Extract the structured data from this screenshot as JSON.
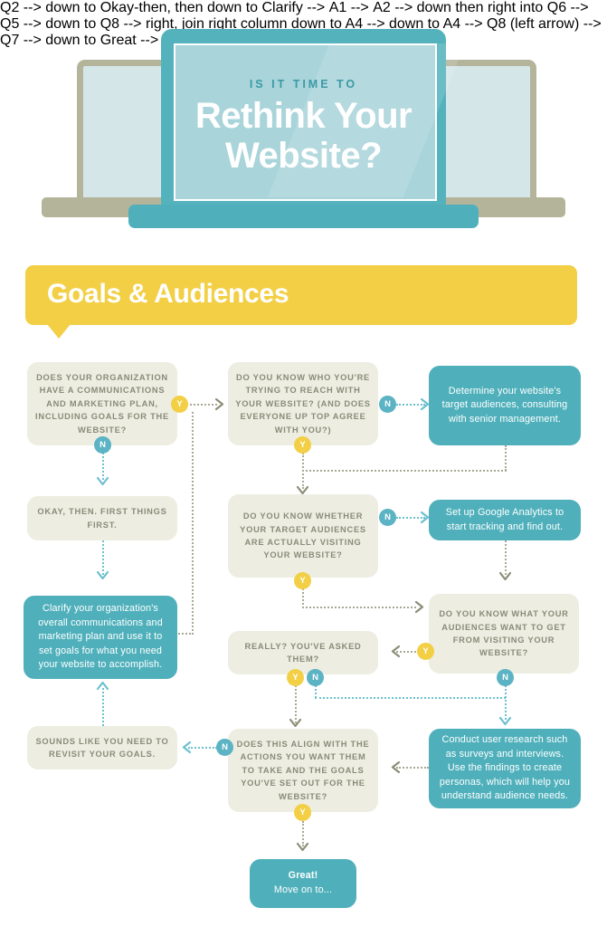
{
  "page": {
    "background": "#ffffff",
    "colors": {
      "teal": "#4fb0bb",
      "teal_light": "#a9d4da",
      "yellow": "#f2cf45",
      "cream": "#edeee1",
      "olive_text": "#8a8a7a",
      "olive_line": "#a8a894",
      "blue_line": "#6cc0cf",
      "laptop_back_frame": "#b4b49b",
      "laptop_back_screen": "#d5e6e9"
    }
  },
  "header": {
    "kicker": "IS IT TIME TO",
    "title_line1": "Rethink Your",
    "title_line2": "Website?"
  },
  "banner": {
    "label": "Goals & Audiences"
  },
  "badges": {
    "yes": "Y",
    "no": "N"
  },
  "nodes": {
    "q1": "DOES YOUR ORGANIZATION HAVE A COMMUNICATIONS AND MARKETING PLAN, INCLUDING GOALS FOR THE WEBSITE?",
    "q2": "DO YOU KNOW WHO YOU'RE TRYING TO REACH WITH YOUR WEBSITE? (AND DOES EVERYONE UP TOP AGREE WITH YOU?)",
    "a1": "Determine your website's target audiences, consulting with senior management.",
    "q3": "OKAY, THEN. FIRST THINGS FIRST.",
    "q4": "DO YOU KNOW WHETHER YOUR TARGET AUDIENCES ARE ACTUALLY VISITING YOUR WEBSITE?",
    "a2": "Set up Google Analytics to start tracking and find out.",
    "a3": "Clarify your organization's overall communications and marketing plan and use it to set goals for what you need your website to accomplish.",
    "q5": "REALLY? YOU'VE ASKED THEM?",
    "q6": "DO YOU KNOW WHAT YOUR AUDIENCES WANT TO GET FROM VISITING YOUR WEBSITE?",
    "q7": "SOUNDS LIKE YOU NEED TO REVISIT YOUR GOALS.",
    "q8": "DOES THIS ALIGN WITH THE ACTIONS YOU WANT THEM TO TAKE AND THE GOALS YOU'VE SET OUT FOR THE WEBSITE?",
    "a4": "Conduct user research such as surveys and interviews. Use the findings to create personas, which will help you understand audience needs.",
    "end_line1": "Great!",
    "end_line2": "Move on to..."
  }
}
